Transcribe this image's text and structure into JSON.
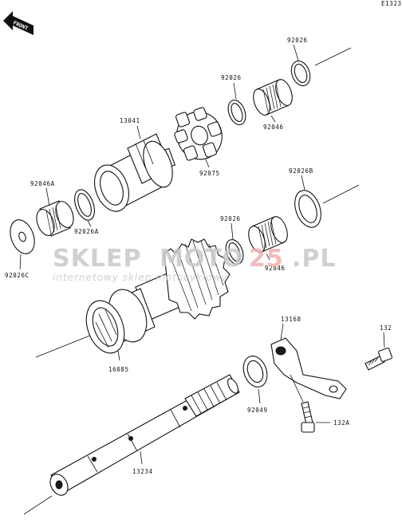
{
  "diagram_code": "E1323",
  "front_label": "FRONT",
  "labels": {
    "p92026_top": "92026",
    "p92026_mid": "92026",
    "p92026_low": "92026",
    "p92046_top": "92046",
    "p92046_mid": "92046",
    "p13041": "13041",
    "p92075": "92075",
    "p92046A": "92046A",
    "p92026A": "92026A",
    "p92026B": "92026B",
    "p92026C": "92026C",
    "p16085": "16085",
    "p13168": "13168",
    "p132": "132",
    "p132A": "132A",
    "p92049": "92049",
    "p13234": "13234"
  },
  "watermark": {
    "brand_a": "SKLEP",
    "brand_b": "MOTO",
    "brand_c": "25",
    "brand_d": ".PL",
    "tagline": "internetowy sklep motocyklowy",
    "color_gray": "#c8c8c8",
    "color_red": "#f0b0b0"
  }
}
